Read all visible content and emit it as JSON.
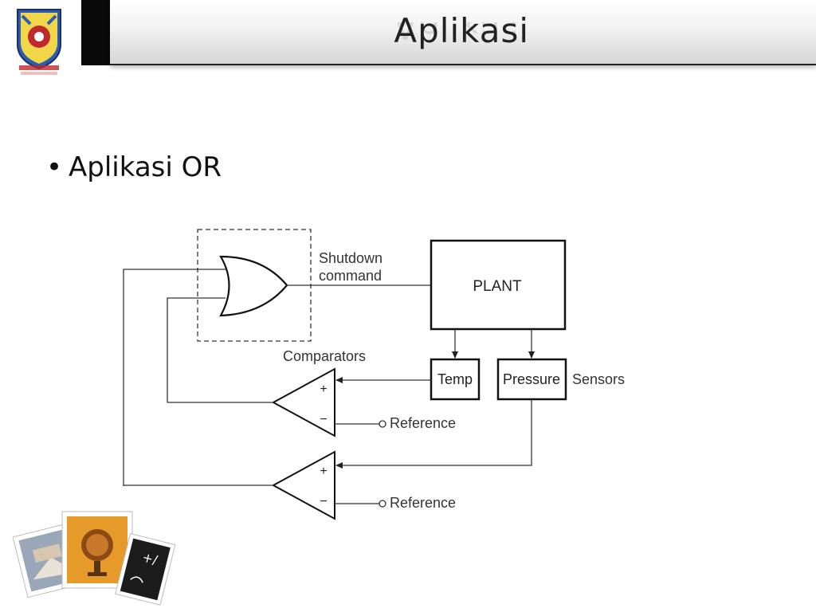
{
  "slide": {
    "title": "Aplikasi",
    "bullet": "Aplikasi OR"
  },
  "diagram": {
    "labels": {
      "shutdown_line1": "Shutdown",
      "shutdown_line2": "command",
      "plant": "PLANT",
      "comparators": "Comparators",
      "temp": "Temp",
      "pressure": "Pressure",
      "sensors": "Sensors",
      "plus_top": "+",
      "minus_top": "−",
      "plus_bottom": "+",
      "minus_bottom": "−",
      "reference_top": "Reference",
      "reference_bottom": "Reference"
    }
  },
  "icons": [
    "university-crest-logo",
    "photo-collage-decoration"
  ]
}
